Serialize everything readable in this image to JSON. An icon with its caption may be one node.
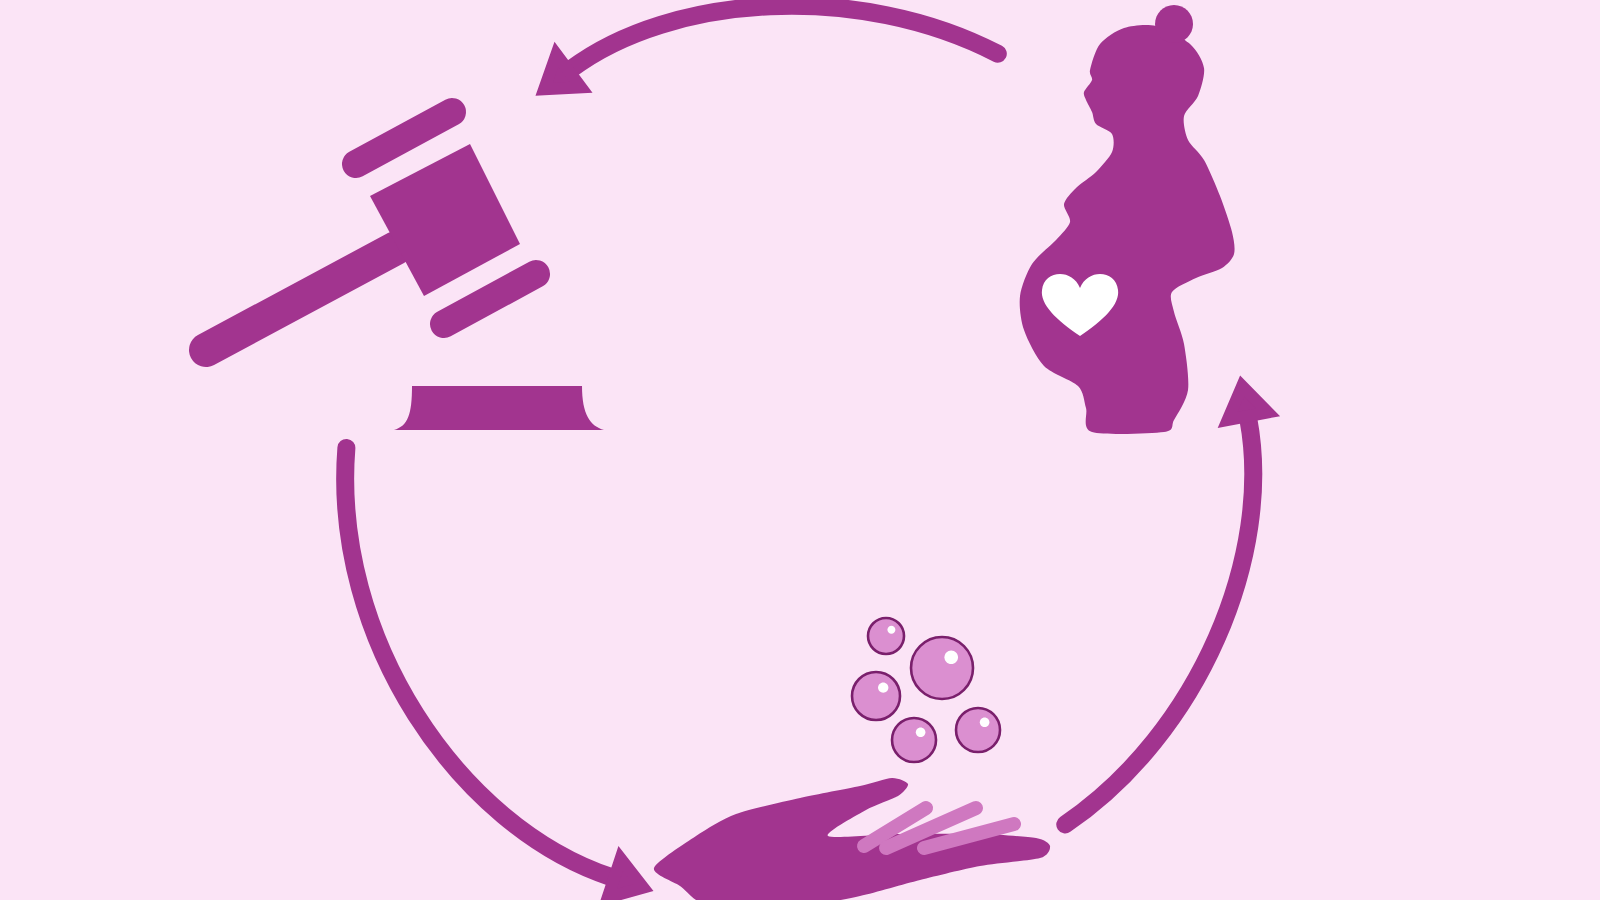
{
  "diagram": {
    "nodes": [
      {
        "text": [],
        "shape": "picture"
      },
      {
        "text": [],
        "shape": "picture"
      },
      {
        "text": [],
        "shape": "picture"
      }
    ],
    "edges": [
      {
        "from": 1,
        "to": 0,
        "arrow": "to"
      },
      {
        "from": 0,
        "to": 2,
        "arrow": "to"
      },
      {
        "from": 2,
        "to": 1,
        "arrow": "to"
      }
    ]
  }
}
